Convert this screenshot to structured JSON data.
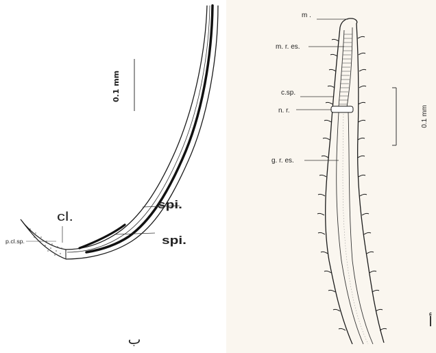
{
  "left_panel": {
    "scale_label": "0.1 mm",
    "labels": {
      "cl": "cl.",
      "spi_upper": "spi.",
      "spi_lower": "spi.",
      "pclsp": "p.cl.sp."
    },
    "panel_letter": "ب"
  },
  "right_panel": {
    "scale_label": "0.1 mm",
    "labels": {
      "m": "m .",
      "mres": "m. r. es.",
      "csp": "c.sp.",
      "nr": "n. r.",
      "gres": "g. r. es."
    },
    "panel_letter": "أ"
  },
  "colors": {
    "ink": "#1a1a1a",
    "paper": "#ffffff",
    "tint": "#f6efe2"
  }
}
